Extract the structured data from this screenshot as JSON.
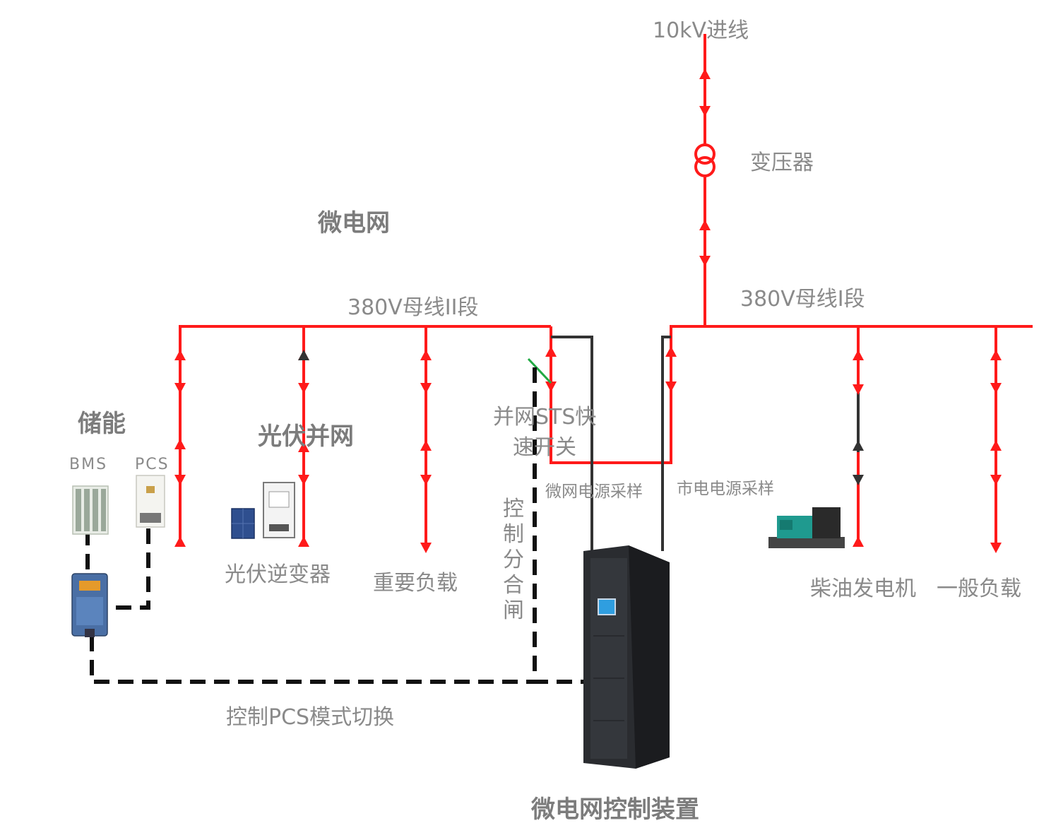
{
  "labels": {
    "incoming": "10kV进线",
    "transformer": "变压器",
    "microgrid": "微电网",
    "bus2": "380V母线II段",
    "bus1": "380V母线I段",
    "storage": "储能",
    "bms": "BMS",
    "pcs": "PCS",
    "pv_grid": "光伏并网",
    "sts_line1": "并网STS快",
    "sts_line2": "速开关",
    "pv_inverter": "光伏逆变器",
    "important_load": "重要负载",
    "control_switch": "控制分合闸",
    "microgrid_sampling": "微网电源采样",
    "utility_sampling": "市电电源采样",
    "diesel_generator": "柴油发电机",
    "general_load": "一般负载",
    "pcs_mode_switch": "控制PCS模式切换",
    "controller": "微电网控制装置"
  },
  "colors": {
    "power_line": "#ff1a1a",
    "control_line": "#111111",
    "sample_line": "#333333",
    "label": "#8a8a8a",
    "cabinet": "#2a2c30",
    "screen": "#2f9ee0"
  }
}
